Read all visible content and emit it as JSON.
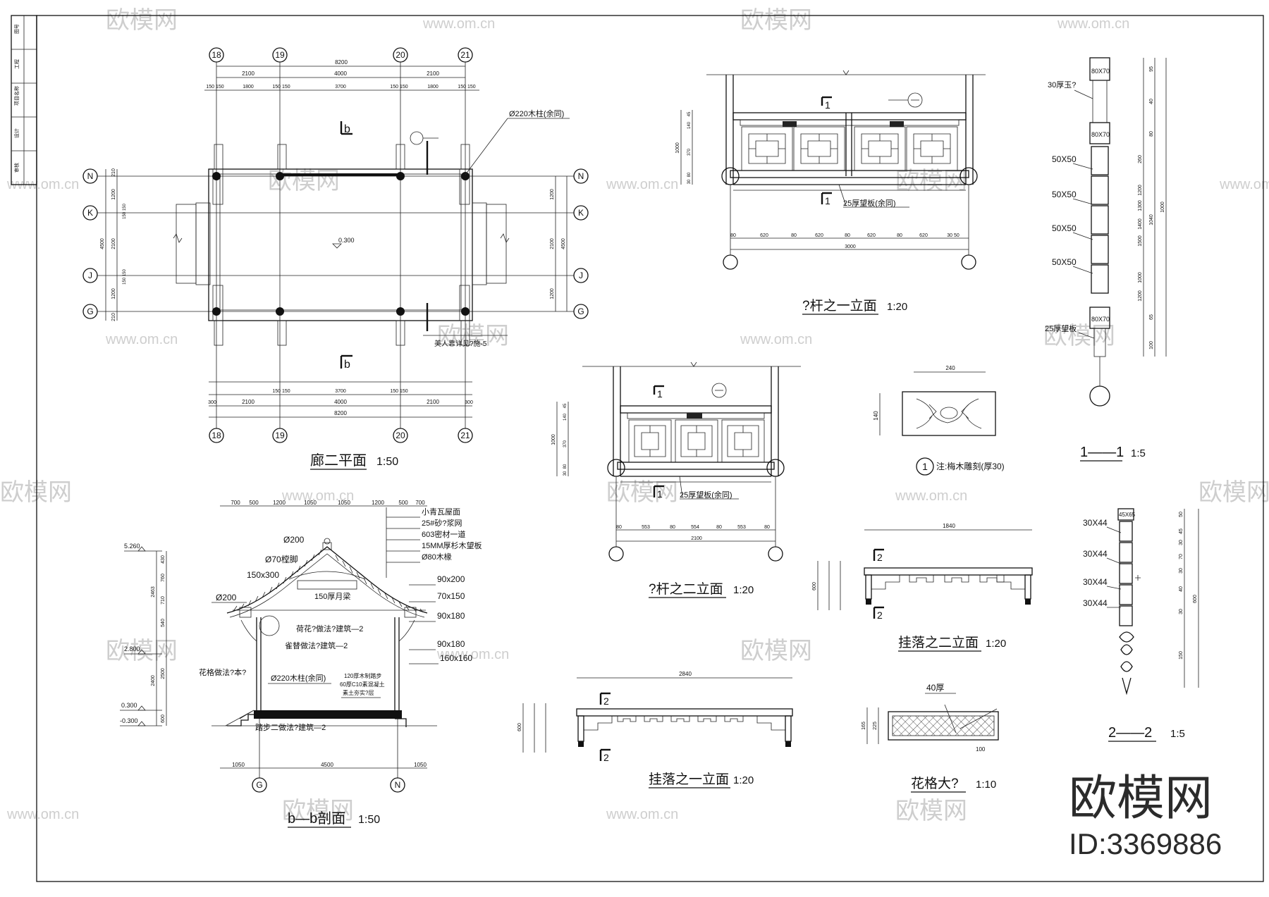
{
  "title_block": {
    "cells": [
      "图号",
      "工程",
      "项目名称",
      "设计",
      "审核"
    ]
  },
  "plan": {
    "title": "廊二平面",
    "scale": "1:50",
    "axes_x": [
      "18",
      "19",
      "20",
      "21"
    ],
    "axes_y": [
      "N",
      "K",
      "J",
      "G"
    ],
    "dims_top": [
      "8200",
      "2100",
      "4000",
      "2100",
      "150 150",
      "1800",
      "150 150",
      "3700",
      "150 150",
      "1800",
      "150 150"
    ],
    "dims_bottom": [
      "300",
      "2100",
      "150 150",
      "3700",
      "150 150",
      "2100",
      "300",
      "4000",
      "8200"
    ],
    "dims_left": [
      "210",
      "1200",
      "150 150",
      "4500",
      "2100",
      "150 150",
      "1200",
      "210"
    ],
    "dims_right": [
      "1200",
      "4500",
      "2100",
      "1200"
    ],
    "column_note": "Ø220木柱(余同)",
    "elevation": "0.300",
    "section_mark_top": "b",
    "section_mark_bottom": "b",
    "bench_note": "美人靠详见?施-5"
  },
  "section": {
    "title": "b—b剖面",
    "scale": "1:50",
    "levels": [
      "5.260",
      "2.800",
      "0.300",
      "-0.300"
    ],
    "dims_top": [
      "700",
      "500",
      "1200",
      "1050",
      "1050",
      "1200",
      "500",
      "700"
    ],
    "dims_left": [
      "430",
      "760",
      "710",
      "2463",
      "540",
      "2500",
      "2400",
      "600"
    ],
    "dims_bottom": [
      "1050",
      "4500",
      "1050"
    ],
    "axes": [
      "G",
      "N"
    ],
    "notes_left": [
      "Ø200",
      "Ø70樘脚",
      "150x300",
      "Ø200"
    ],
    "notes_right": [
      "小青瓦屋面",
      "25#砂?浆网",
      "603密材一道",
      "15MM厚杉木望板",
      "Ø80木椽",
      "90x200",
      "70x150",
      "90x180",
      "90x180",
      "160x160"
    ],
    "labels": [
      "荷花?做法?建筑—2",
      "雀替做法?建筑—2",
      "花格做法?本?",
      "Ø220木柱(余同)",
      "120厚木制踏步",
      "60厚C10素混凝土",
      "素土夯实?层",
      "踏步二做法?建筑—2",
      "150厚月梁"
    ]
  },
  "railing1": {
    "title": "?杆之一立面",
    "scale": "1:20",
    "dims_bottom": [
      "80",
      "620",
      "80",
      "620",
      "80",
      "620",
      "80",
      "620",
      "30 50",
      "3000"
    ],
    "dims_left": [
      "45",
      "140",
      "1000",
      "370",
      "80",
      "30"
    ],
    "mark": "1",
    "panel_note": "25厚望板(余同)"
  },
  "railing2": {
    "title": "?杆之二立面",
    "scale": "1:20",
    "dims_bottom": [
      "80",
      "553",
      "80",
      "554",
      "80",
      "553",
      "80",
      "2100"
    ],
    "dims_left": [
      "45",
      "140",
      "1000",
      "370",
      "80",
      "30"
    ],
    "mark": "1",
    "panel_note": "25厚望板(余同)"
  },
  "detail1": {
    "num": "1",
    "note": "注:梅木雕刻(厚30)",
    "dim_w": "240",
    "dim_h": "140"
  },
  "hang1": {
    "title": "挂落之一立面",
    "scale": "1:20",
    "dim_top": "2840",
    "dim_left": "600",
    "marks": [
      "2",
      "2"
    ]
  },
  "hang2": {
    "title": "挂落之二立面",
    "scale": "1:20",
    "dim_top": "1840",
    "dim_left": "600",
    "marks": [
      "2",
      "2"
    ]
  },
  "flower": {
    "title": "花格大?",
    "scale": "1:10",
    "note": "40厚",
    "dims": [
      "165",
      "225",
      "100"
    ]
  },
  "sec11": {
    "title": "1——1",
    "scale": "1:5",
    "labels": [
      "30厚玉?",
      "80X70",
      "80X70",
      "50X50",
      "50X50",
      "50X50",
      "50X50",
      "80X70",
      "25厚望板"
    ],
    "dims_right": [
      "95",
      "40",
      "80",
      "260",
      "1200",
      "1300",
      "1400",
      "1500",
      "1000",
      "1200",
      "1040",
      "1000",
      "65",
      "100"
    ]
  },
  "sec22": {
    "title": "2——2",
    "scale": "1:5",
    "labels": [
      "45X65",
      "30X44",
      "30X44",
      "30X44",
      "30X44"
    ],
    "dims_right": [
      "50",
      "45",
      "30",
      "70",
      "30",
      "40",
      "30",
      "600",
      "150"
    ]
  },
  "watermark": {
    "brand": "欧模网",
    "url": "www.om.cn",
    "id": "ID:3369886"
  }
}
